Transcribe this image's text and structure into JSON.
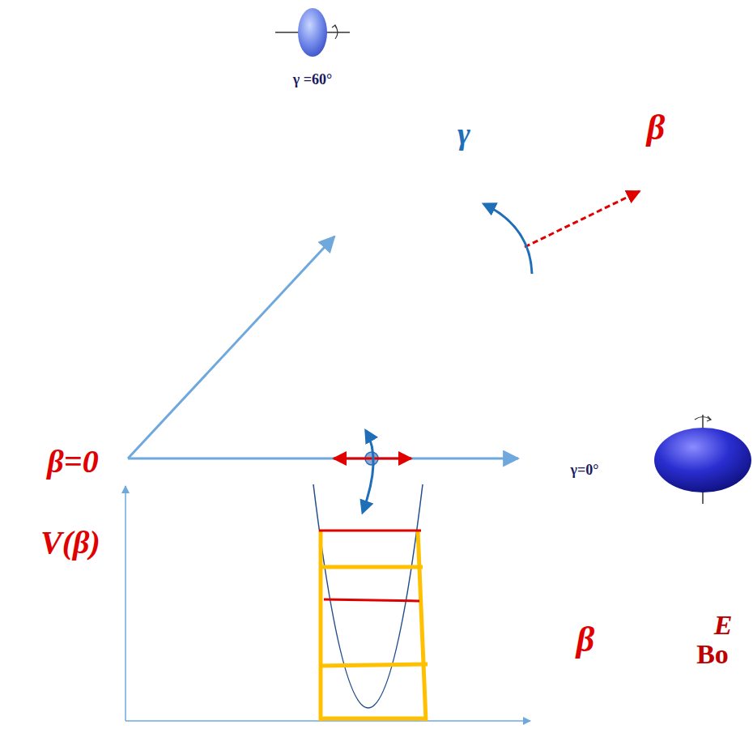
{
  "diagram": {
    "labels": [
      "γ =60°",
      "γ",
      "β",
      "β=0",
      "γ=0°",
      "V(β)",
      "E",
      "Bo",
      "β"
    ]
  }
}
